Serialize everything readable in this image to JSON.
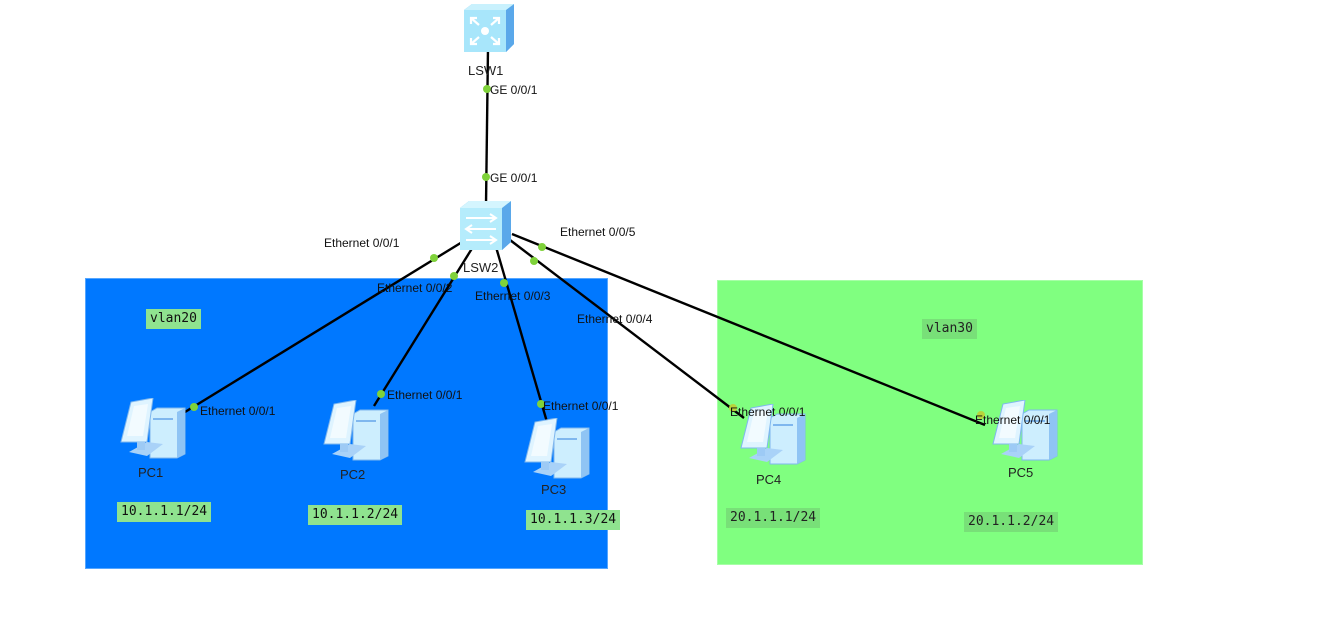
{
  "devices": {
    "lsw1": {
      "label": "LSW1",
      "type": "core-switch"
    },
    "lsw2": {
      "label": "LSW2",
      "type": "access-switch"
    },
    "pc1": {
      "label": "PC1",
      "type": "pc"
    },
    "pc2": {
      "label": "PC2",
      "type": "pc"
    },
    "pc3": {
      "label": "PC3",
      "type": "pc"
    },
    "pc4": {
      "label": "PC4",
      "type": "pc"
    },
    "pc5": {
      "label": "PC5",
      "type": "pc"
    }
  },
  "ports": {
    "lsw1_ge": "GE 0/0/1",
    "lsw2_ge": "GE 0/0/1",
    "lsw2_e1": "Ethernet 0/0/1",
    "lsw2_e2": "Ethernet 0/0/2",
    "lsw2_e3": "Ethernet 0/0/3",
    "lsw2_e4": "Ethernet 0/0/4",
    "lsw2_e5": "Ethernet 0/0/5",
    "pc1_e": "Ethernet 0/0/1",
    "pc2_e": "Ethernet 0/0/1",
    "pc3_e": "Ethernet 0/0/1",
    "pc4_e": "Ethernet 0/0/1",
    "pc5_e": "Ethernet 0/0/1"
  },
  "areas": {
    "vlan20": {
      "label": "vlan20",
      "color": "#0078ff"
    },
    "vlan30": {
      "label": "vlan30",
      "color": "#80ff80"
    }
  },
  "addresses": {
    "pc1": "10.1.1.1/24",
    "pc2": "10.1.1.2/24",
    "pc3": "10.1.1.3/24",
    "pc4": "20.1.1.1/24",
    "pc5": "20.1.1.2/24"
  },
  "links": [
    {
      "from": "LSW1",
      "from_port": "GE 0/0/1",
      "to": "LSW2",
      "to_port": "GE 0/0/1"
    },
    {
      "from": "LSW2",
      "from_port": "Ethernet 0/0/1",
      "to": "PC1",
      "to_port": "Ethernet 0/0/1"
    },
    {
      "from": "LSW2",
      "from_port": "Ethernet 0/0/2",
      "to": "PC2",
      "to_port": "Ethernet 0/0/1"
    },
    {
      "from": "LSW2",
      "from_port": "Ethernet 0/0/3",
      "to": "PC3",
      "to_port": "Ethernet 0/0/1"
    },
    {
      "from": "LSW2",
      "from_port": "Ethernet 0/0/4",
      "to": "PC4",
      "to_port": "Ethernet 0/0/1"
    },
    {
      "from": "LSW2",
      "from_port": "Ethernet 0/0/5",
      "to": "PC5",
      "to_port": "Ethernet 0/0/1"
    }
  ],
  "colors": {
    "link": "#000000",
    "port_up": "#7fd23a"
  }
}
